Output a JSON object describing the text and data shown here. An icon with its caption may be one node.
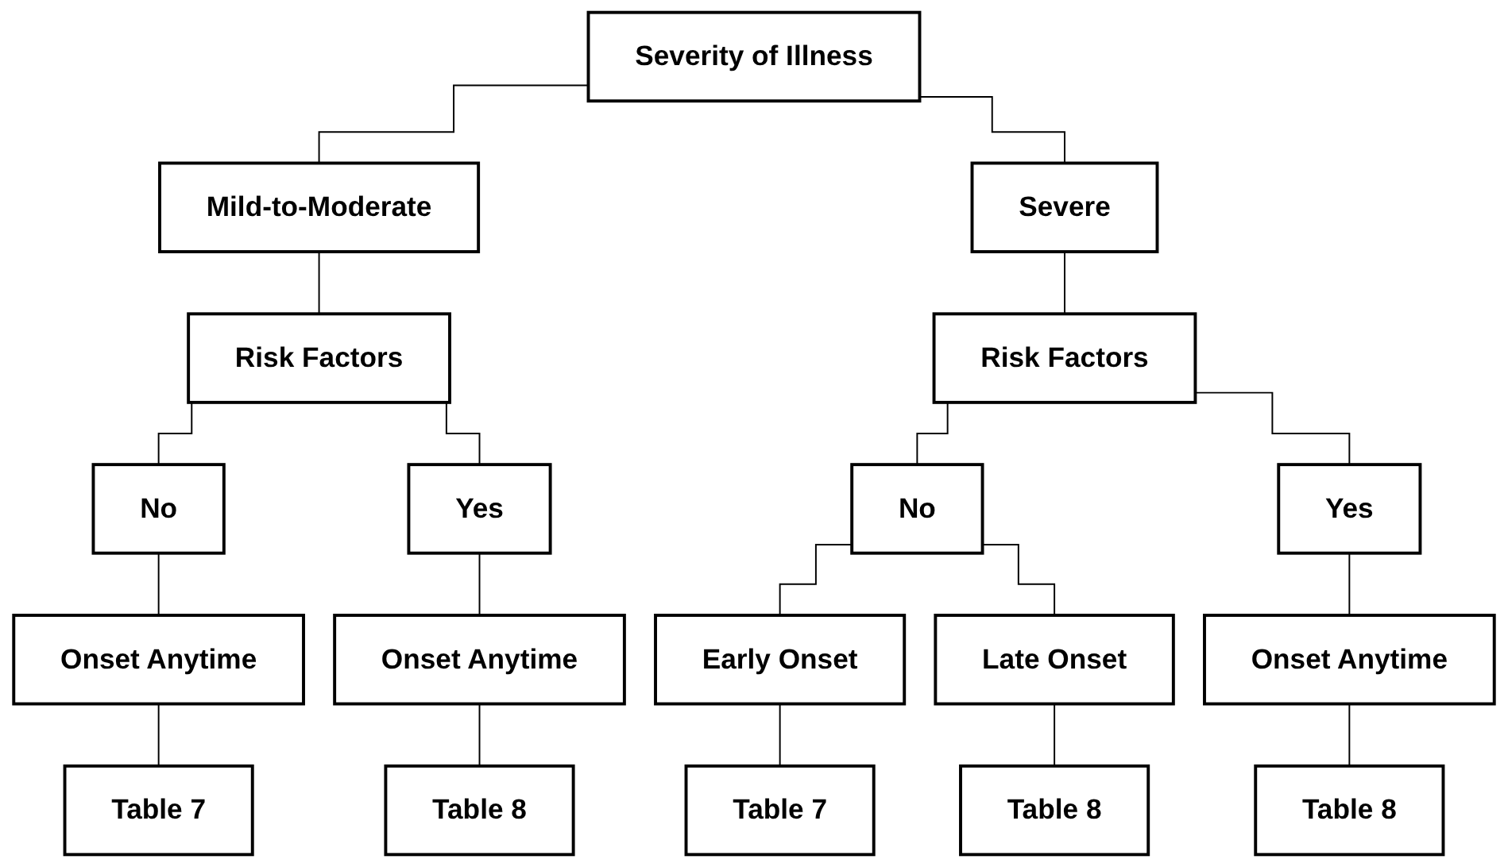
{
  "diagram": {
    "nodes": [
      {
        "text": [
          "Severity of Illness"
        ]
      },
      {
        "text": [
          "Mild-to-Moderate"
        ]
      },
      {
        "text": [
          "Severe"
        ]
      },
      {
        "text": [
          "Risk Factors"
        ]
      },
      {
        "text": [
          "Risk Factors"
        ]
      },
      {
        "text": [
          "No"
        ]
      },
      {
        "text": [
          "Yes"
        ]
      },
      {
        "text": [
          "No"
        ]
      },
      {
        "text": [
          "Yes"
        ]
      },
      {
        "text": [
          "Onset Anytime"
        ]
      },
      {
        "text": [
          "Onset Anytime"
        ]
      },
      {
        "text": [
          "Early Onset"
        ]
      },
      {
        "text": [
          "Late Onset"
        ]
      },
      {
        "text": [
          "Onset Anytime"
        ]
      },
      {
        "text": [
          "Table 7"
        ]
      },
      {
        "text": [
          "Table 8"
        ]
      },
      {
        "text": [
          "Table 7"
        ]
      },
      {
        "text": [
          "Table 8"
        ]
      },
      {
        "text": [
          "Table 8"
        ]
      }
    ],
    "edges": [
      {
        "from": 0,
        "to": 1,
        "arrow": "none"
      },
      {
        "from": 0,
        "to": 2,
        "arrow": "none"
      },
      {
        "from": 1,
        "to": 3,
        "arrow": "none"
      },
      {
        "from": 2,
        "to": 4,
        "arrow": "none"
      },
      {
        "from": 3,
        "to": 5,
        "arrow": "none"
      },
      {
        "from": 3,
        "to": 6,
        "arrow": "none"
      },
      {
        "from": 4,
        "to": 7,
        "arrow": "none"
      },
      {
        "from": 4,
        "to": 8,
        "arrow": "none"
      },
      {
        "from": 5,
        "to": 9,
        "arrow": "none"
      },
      {
        "from": 6,
        "to": 10,
        "arrow": "none"
      },
      {
        "from": 7,
        "to": 11,
        "arrow": "none"
      },
      {
        "from": 7,
        "to": 12,
        "arrow": "none"
      },
      {
        "from": 8,
        "to": 13,
        "arrow": "none"
      },
      {
        "from": 9,
        "to": 14,
        "arrow": "none"
      },
      {
        "from": 10,
        "to": 15,
        "arrow": "none"
      },
      {
        "from": 11,
        "to": 16,
        "arrow": "none"
      },
      {
        "from": 12,
        "to": 17,
        "arrow": "none"
      },
      {
        "from": 13,
        "to": 18,
        "arrow": "none"
      }
    ]
  }
}
